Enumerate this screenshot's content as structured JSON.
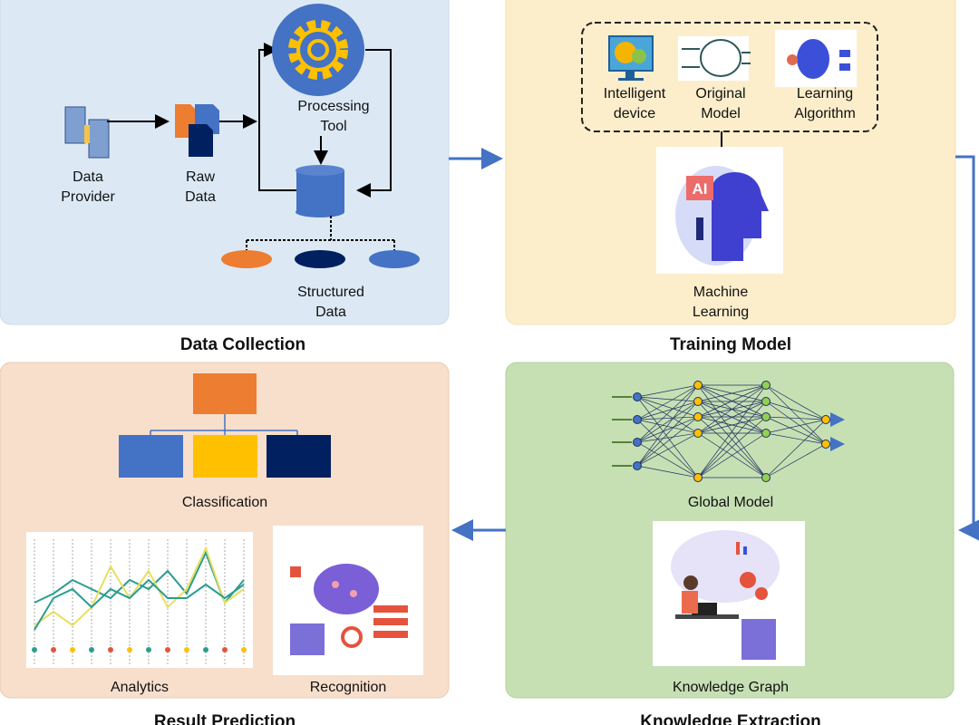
{
  "panels": {
    "data_collection": {
      "title": "Data Collection",
      "provider": [
        "Data",
        "Provider"
      ],
      "raw": [
        "Raw",
        "Data"
      ],
      "tool": [
        "Processing",
        "Tool"
      ],
      "structured": [
        "Structured",
        "Data"
      ]
    },
    "training_model": {
      "title": "Training Model",
      "device": [
        "Intelligent",
        "device"
      ],
      "original": [
        "Original",
        "Model"
      ],
      "algorithm": [
        "Learning",
        "Algorithm"
      ],
      "ml": [
        "Machine",
        "Learning"
      ],
      "ai_badge": "AI"
    },
    "knowledge_extraction": {
      "title": "Knowledge Extraction",
      "global": "Global Model",
      "graph": "Knowledge Graph"
    },
    "result_prediction": {
      "title": "Result Prediction",
      "classification": "Classification",
      "analytics": "Analytics",
      "recognition": "Recognition"
    }
  },
  "colors": {
    "blue": "#4472c4",
    "orange": "#ed7d31",
    "yellow": "#ffc000",
    "navy": "#002060",
    "panel_blue": "#dce9f5",
    "panel_yellow": "#fdeecb",
    "panel_green": "#c6e0b4",
    "panel_peach": "#f8dfcc"
  }
}
